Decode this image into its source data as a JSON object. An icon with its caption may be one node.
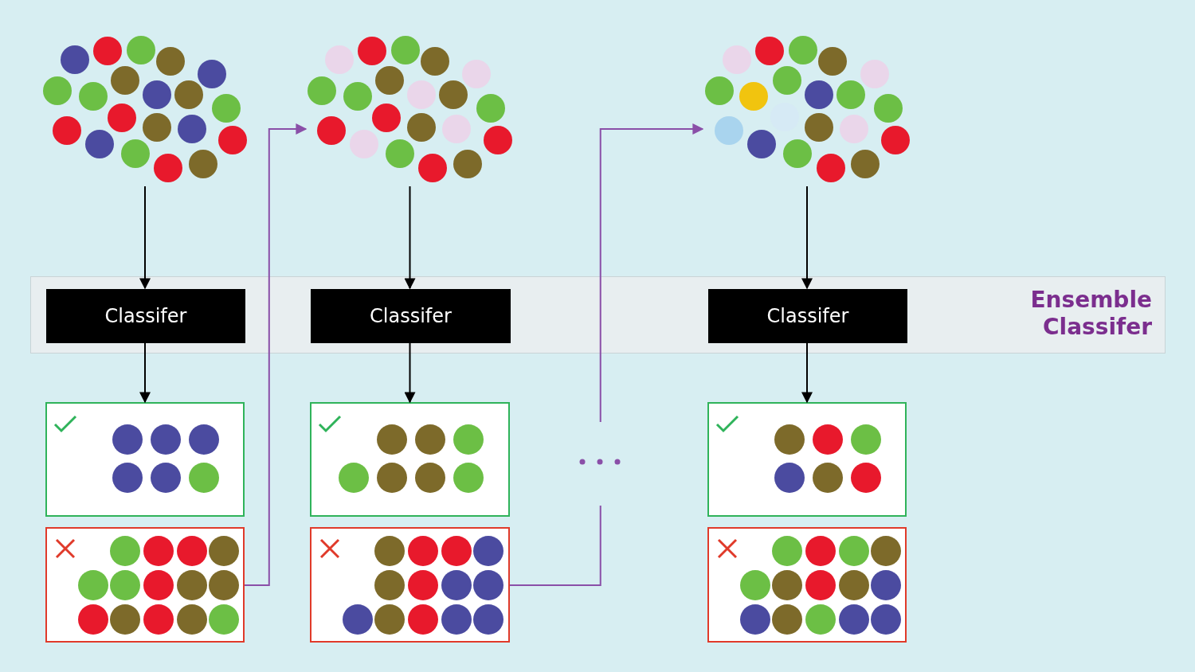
{
  "diagram": {
    "nodes": [
      {
        "text": [],
        "shape": "picture"
      },
      {
        "text": [],
        "shape": "picture"
      },
      {
        "text": [],
        "shape": "picture"
      },
      {
        "text": [
          "Ensemble Classifer"
        ]
      },
      {
        "text": [
          "Classifer"
        ],
        "in": 3
      },
      {
        "text": [
          "Classifer"
        ],
        "in": 3
      },
      {
        "text": [
          "Classifer"
        ],
        "in": 3
      },
      {
        "text": [],
        "shape": "box"
      },
      {
        "text": [],
        "shape": "box"
      },
      {
        "text": [],
        "shape": "box"
      },
      {
        "text": [],
        "shape": "box"
      },
      {
        "text": [],
        "shape": "box"
      },
      {
        "text": [],
        "shape": "box"
      }
    ],
    "edges": [
      {
        "from": 0,
        "to": 4,
        "arrow": "to"
      },
      {
        "from": 4,
        "to": 7,
        "arrow": "to"
      },
      {
        "from": 1,
        "to": 5,
        "arrow": "to"
      },
      {
        "from": 5,
        "to": 8,
        "arrow": "to"
      },
      {
        "from": 2,
        "to": 6,
        "arrow": "to"
      },
      {
        "from": 6,
        "to": 9,
        "arrow": "to"
      },
      {
        "from": 10,
        "to": 1,
        "arrow": "to",
        "color": "#8a4fa8"
      },
      {
        "from": 11,
        "to": 2,
        "arrow": "to",
        "color": "#8a4fa8"
      }
    ]
  }
}
